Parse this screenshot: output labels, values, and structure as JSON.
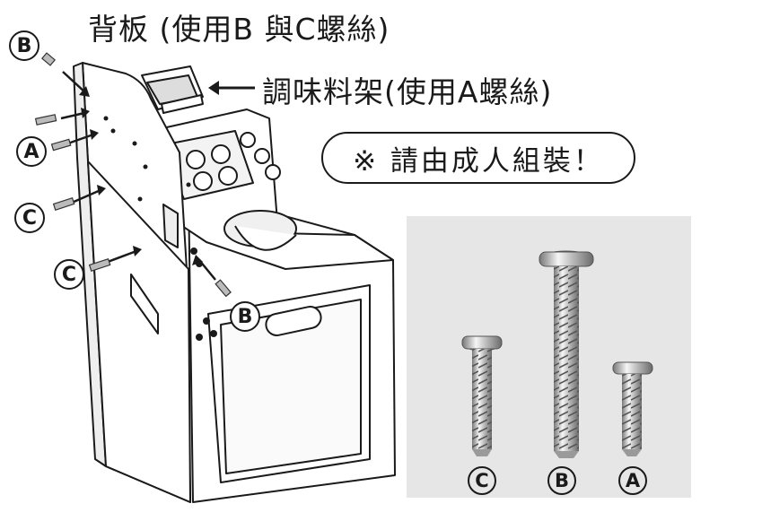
{
  "heading": "背板 (使用B 與C螺絲)",
  "rack_label": "調味料架(使用A螺絲)",
  "notice": "※ 請由成人組裝！",
  "diagram_labels": {
    "b_top": "B",
    "a_left": "A",
    "c_mid": "C",
    "c_low": "C",
    "b_low": "B"
  },
  "photo_labels": {
    "c": "C",
    "b": "B",
    "a": "A"
  }
}
